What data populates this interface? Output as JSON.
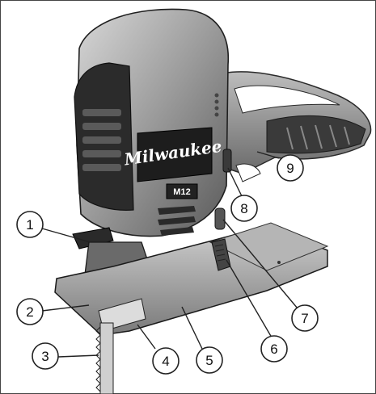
{
  "brand": {
    "logo_text": "Milwaukee",
    "badge_text": "M12"
  },
  "callouts": [
    {
      "number": "1"
    },
    {
      "number": "2"
    },
    {
      "number": "3"
    },
    {
      "number": "4"
    },
    {
      "number": "5"
    },
    {
      "number": "6"
    },
    {
      "number": "7"
    },
    {
      "number": "8"
    },
    {
      "number": "9"
    }
  ]
}
